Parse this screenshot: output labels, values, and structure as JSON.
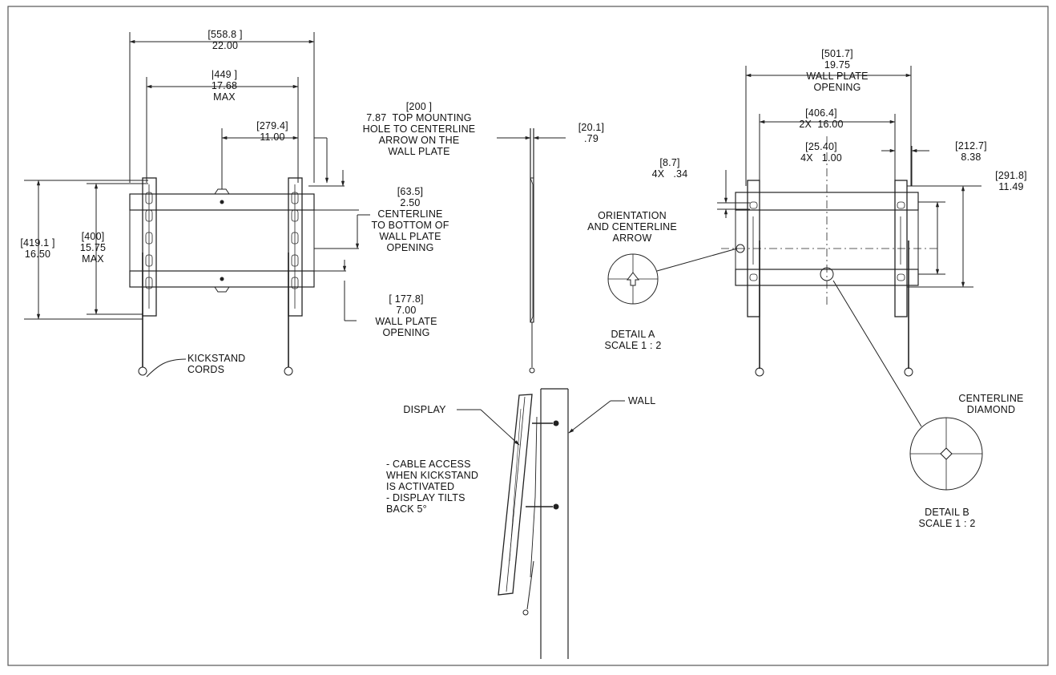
{
  "front_view": {
    "overall_width": "[558.8 ]\n22.00",
    "hole_spacing_max": "|449 ]\n17.68\nMAX",
    "half_width": "[279.4]\n11.00",
    "top_hole_to_centerline": "[200 ]\n7.87  TOP MOUNTING\nHOLE TO CENTERLINE\nARROW ON THE\nWALL PLATE",
    "centerline_to_bottom": "[63.5]\n2.50\nCENTERLINE\nTO BOTTOM OF\nWALL PLATE\nOPENING",
    "wall_plate_opening": "[ 177.8]\n7.00\nWALL PLATE\nOPENING",
    "overall_height": "[419.1 ]\n16.50",
    "vertical_hole_max": "[400]\n15.75\nMAX",
    "kickstand_cords": "KICKSTAND\nCORDS"
  },
  "side_view": {
    "depth": "[20.1]\n.79"
  },
  "mounted_view": {
    "display_label": "DISPLAY",
    "wall_label": "WALL",
    "notes": "- CABLE ACCESS\nWHEN KICKSTAND\nIS ACTIVATED\n- DISPLAY TILTS\nBACK 5°"
  },
  "rear_view": {
    "wall_plate_opening_width": "[501.7]\n19.75\nWALL PLATE\nOPENING",
    "slot_spacing_label": "[406.4]\n2X  16.00",
    "slot_width": "[25.40]\n4X   1.00",
    "slot_height": "[8.7]\n4X   .34",
    "plate_height": "[212.7]\n8.38",
    "overall_height": "[291.8]\n11.49",
    "orientation_label": "ORIENTATION\nAND CENTERLINE\nARROW",
    "detail_a_label": "DETAIL A\nSCALE 1 : 2",
    "centerline_diamond_label": "CENTERLINE\nDIAMOND",
    "detail_b_label": "DETAIL B\nSCALE 1 : 2"
  }
}
